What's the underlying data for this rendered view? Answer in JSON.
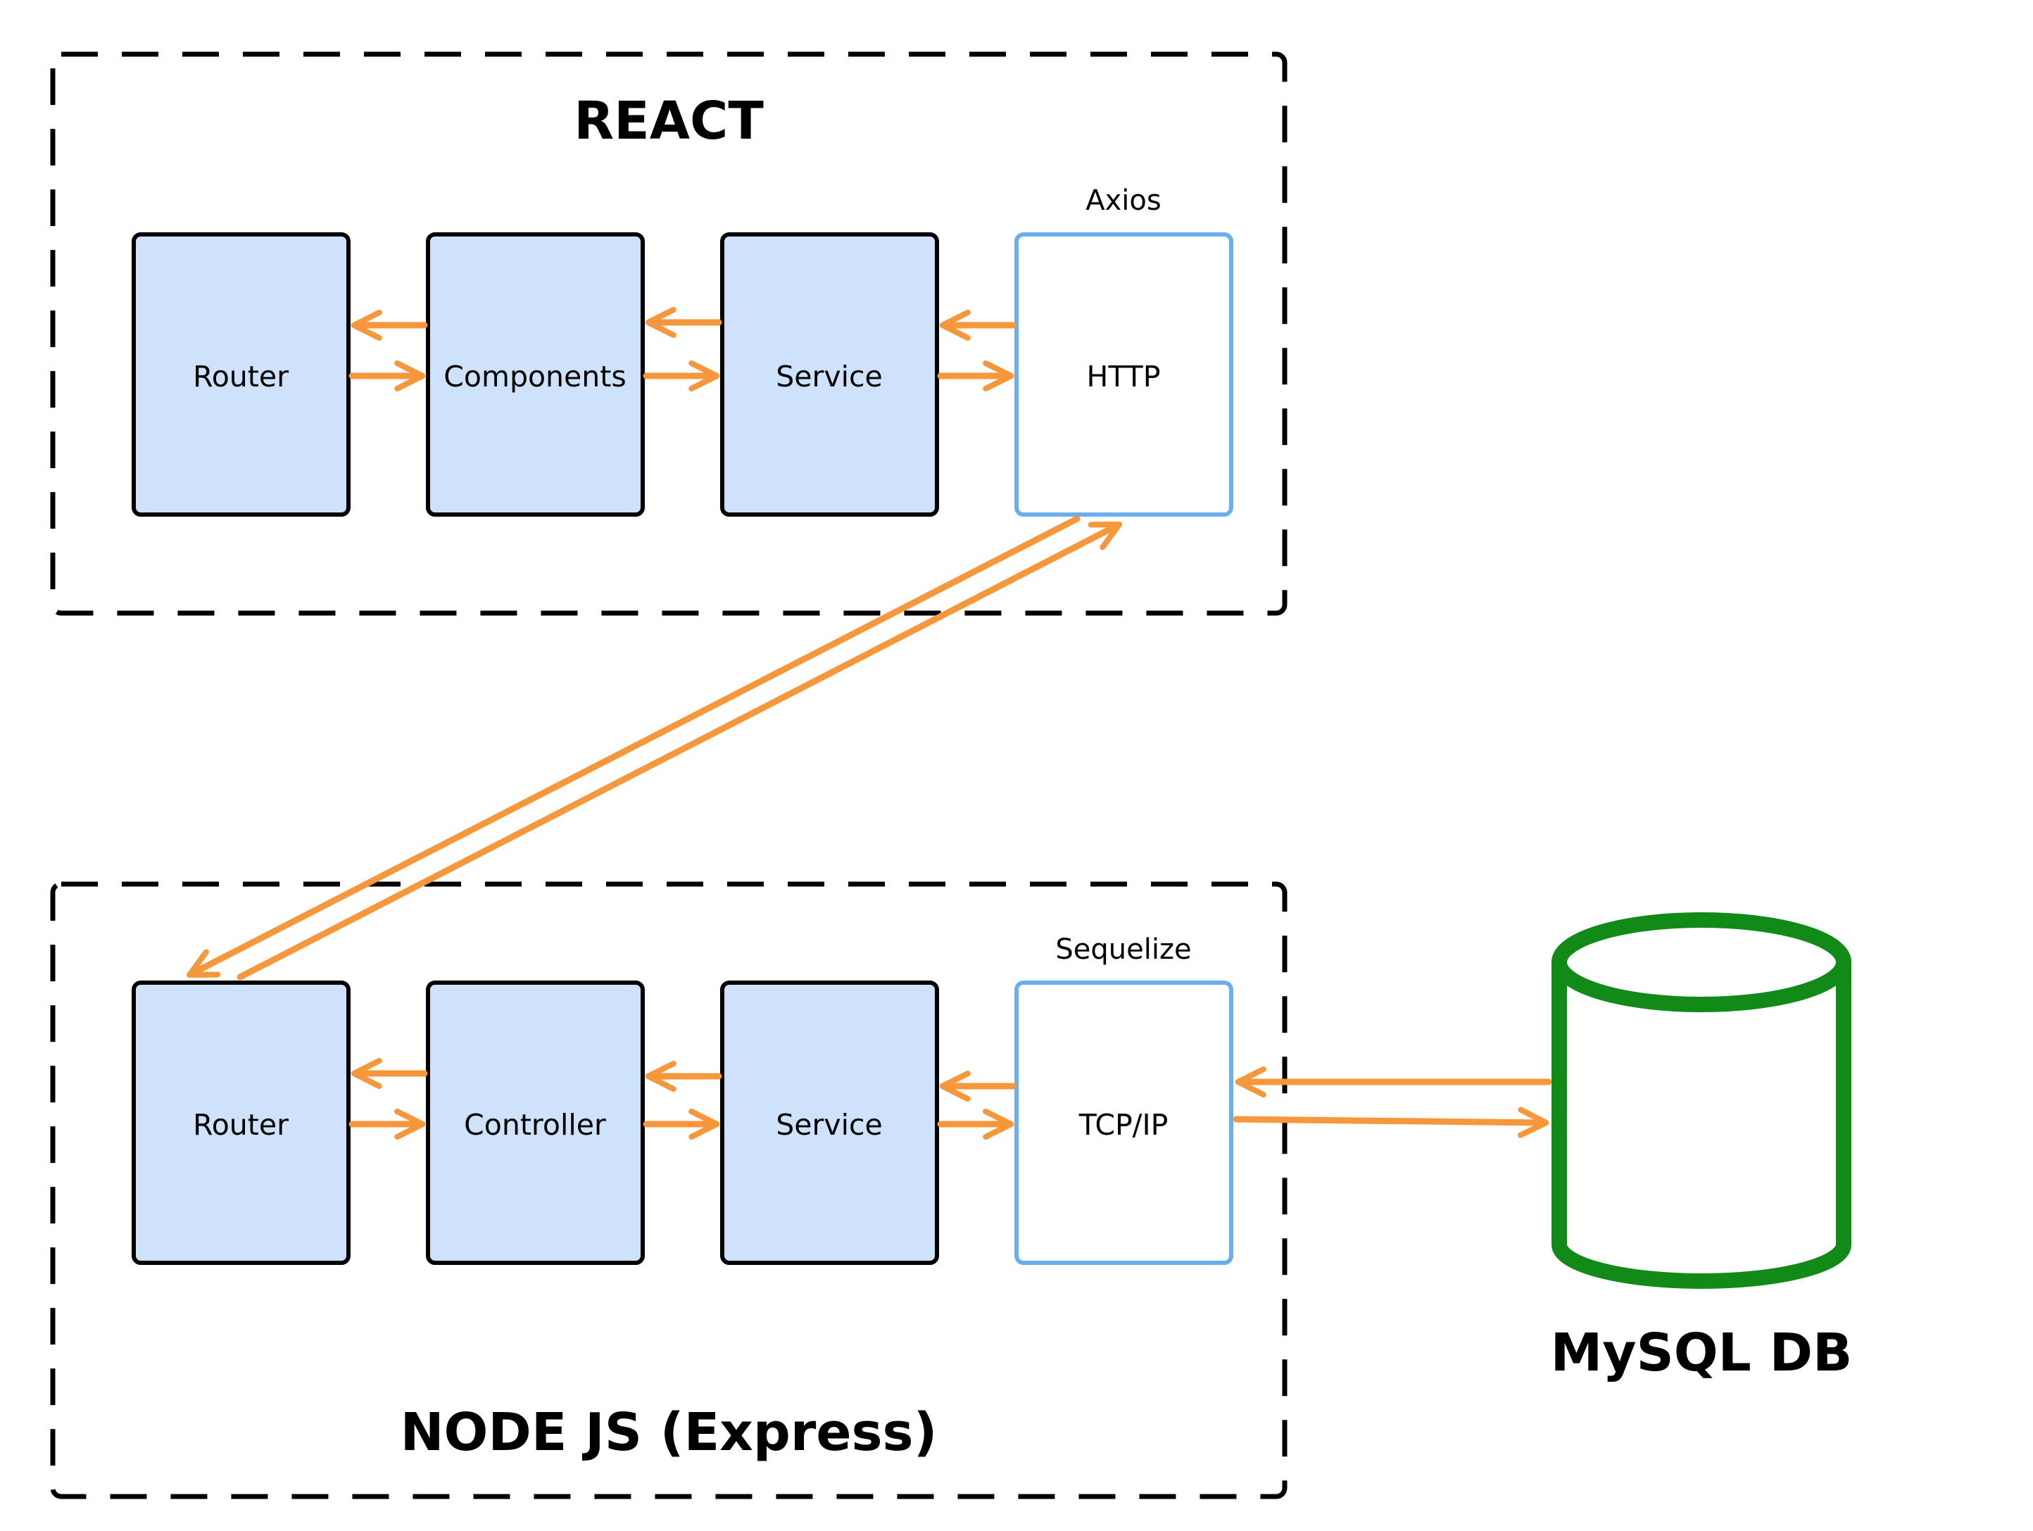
{
  "colors": {
    "container_border": "#000000",
    "module_fill": "#cfe2fb",
    "module_border": "#000000",
    "protocol_fill": "#ffffff",
    "protocol_border": "#6aaef0",
    "arrow": "#f5973a",
    "database": "#118a17",
    "background": "#ffffff"
  },
  "frontend": {
    "title": "REACT",
    "modules": [
      {
        "label": "Router"
      },
      {
        "label": "Components"
      },
      {
        "label": "Service"
      }
    ],
    "protocol": {
      "label": "HTTP",
      "caption": "Axios"
    }
  },
  "backend": {
    "title": "NODE JS (Express)",
    "modules": [
      {
        "label": "Router"
      },
      {
        "label": "Controller"
      },
      {
        "label": "Service"
      }
    ],
    "protocol": {
      "label": "TCP/IP",
      "caption": "Sequelize"
    }
  },
  "database": {
    "label": "MySQL DB",
    "icon": "cylinder-database-icon"
  }
}
